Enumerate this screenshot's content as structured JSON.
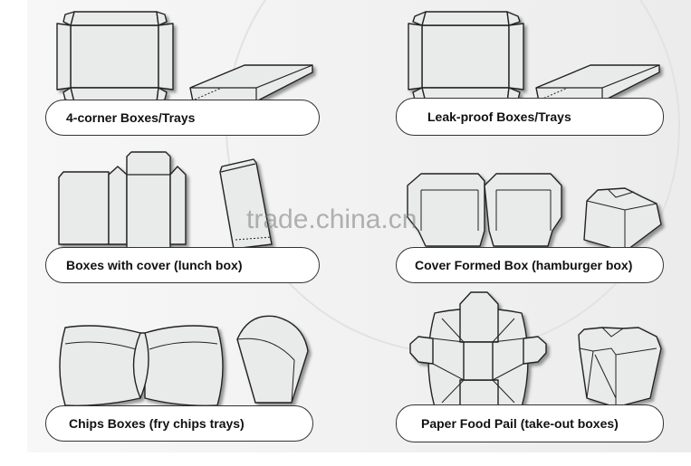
{
  "panels": [
    {
      "label": "4-corner Boxes/Trays"
    },
    {
      "label": "Leak-proof Boxes/Trays"
    },
    {
      "label": "Boxes with cover (lunch box)"
    },
    {
      "label": "Cover Formed Box (hamburger box)"
    },
    {
      "label": "Chips Boxes (fry chips trays)"
    },
    {
      "label": "Paper Food Pail (take-out boxes)"
    }
  ],
  "watermark": "trade.china.cn",
  "colors": {
    "background": "#eeeeee",
    "shape_fill": "#e9eaea",
    "outline": "#222222"
  }
}
